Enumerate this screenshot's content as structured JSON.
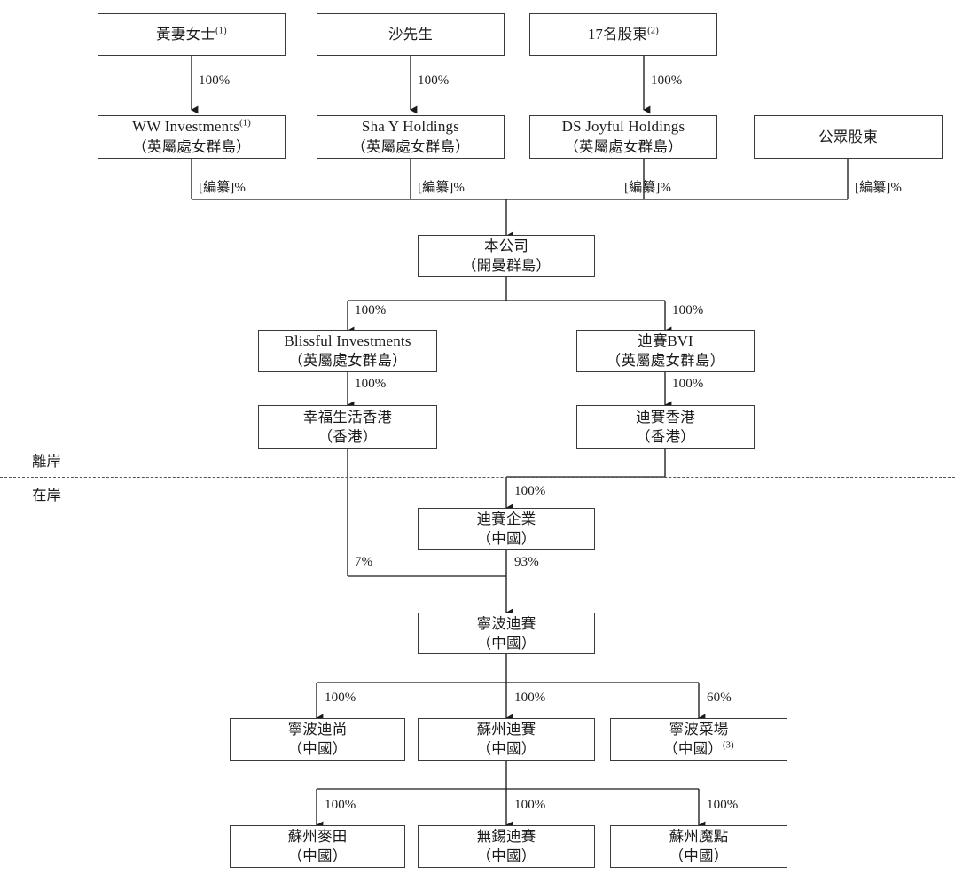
{
  "chart_data": {
    "type": "diagram",
    "title": "Shareholding and corporate structure chart",
    "divider": {
      "above_label": "離岸",
      "below_label": "在岸",
      "style": "dashed"
    },
    "nodes": [
      {
        "id": "huang",
        "line1": "黃妻女士",
        "sup1": "(1)",
        "line2": "",
        "script": "cjk"
      },
      {
        "id": "sha",
        "line1": "沙先生",
        "sup1": "",
        "line2": "",
        "script": "cjk"
      },
      {
        "id": "shareholders17",
        "line1": "17名股東",
        "sup1": "(2)",
        "line2": "",
        "script": "cjk"
      },
      {
        "id": "ww",
        "line1": "WW Investments",
        "sup1": "(1)",
        "line2": "（英屬處女群島）",
        "script": "latin"
      },
      {
        "id": "shay",
        "line1": "Sha Y Holdings",
        "sup1": "",
        "line2": "（英屬處女群島）",
        "script": "latin"
      },
      {
        "id": "dsjoyful",
        "line1": "DS Joyful Holdings",
        "sup1": "",
        "line2": "（英屬處女群島）",
        "script": "latin"
      },
      {
        "id": "public",
        "line1": "公眾股東",
        "sup1": "",
        "line2": "",
        "script": "cjk"
      },
      {
        "id": "company",
        "line1": "本公司",
        "sup1": "",
        "line2": "（開曼群島）",
        "script": "cjk"
      },
      {
        "id": "blissful",
        "line1": "Blissful Investments",
        "sup1": "",
        "line2": "（英屬處女群島）",
        "script": "latin"
      },
      {
        "id": "dsbvi",
        "line1": "迪賽BVI",
        "sup1": "",
        "line2": "（英屬處女群島）",
        "script": "cjk"
      },
      {
        "id": "xingfuhk",
        "line1": "幸福生活香港",
        "sup1": "",
        "line2": "（香港）",
        "script": "cjk"
      },
      {
        "id": "dshk",
        "line1": "迪賽香港",
        "sup1": "",
        "line2": "（香港）",
        "script": "cjk"
      },
      {
        "id": "dsqiye",
        "line1": "迪賽企業",
        "sup1": "",
        "line2": "（中國）",
        "script": "cjk"
      },
      {
        "id": "ningbods",
        "line1": "寧波迪賽",
        "sup1": "",
        "line2": "（中國）",
        "script": "cjk"
      },
      {
        "id": "ningbodishang",
        "line1": "寧波迪尚",
        "sup1": "",
        "line2": "（中國）",
        "script": "cjk"
      },
      {
        "id": "suzhouds",
        "line1": "蘇州迪賽",
        "sup1": "",
        "line2": "（中國）",
        "script": "cjk"
      },
      {
        "id": "ningbocaichang",
        "line1": "寧波菜場",
        "sup1": "",
        "line2": "（中國）",
        "sup2": "(3)",
        "script": "cjk"
      },
      {
        "id": "suzhoumaitian",
        "line1": "蘇州麥田",
        "sup1": "",
        "line2": "（中國）",
        "script": "cjk"
      },
      {
        "id": "wuxids",
        "line1": "無錫迪賽",
        "sup1": "",
        "line2": "（中國）",
        "script": "cjk"
      },
      {
        "id": "suzhoumodian",
        "line1": "蘇州魔點",
        "sup1": "",
        "line2": "（中國）",
        "script": "cjk"
      }
    ],
    "edges": [
      {
        "from": "huang",
        "to": "ww",
        "label": "100%"
      },
      {
        "from": "sha",
        "to": "shay",
        "label": "100%"
      },
      {
        "from": "shareholders17",
        "to": "dsjoyful",
        "label": "100%"
      },
      {
        "from": "ww",
        "to": "company",
        "label": "[編纂]%"
      },
      {
        "from": "shay",
        "to": "company",
        "label": "[編纂]%"
      },
      {
        "from": "dsjoyful",
        "to": "company",
        "label": "[編纂]%"
      },
      {
        "from": "public",
        "to": "company",
        "label": "[編纂]%"
      },
      {
        "from": "company",
        "to": "blissful",
        "label": "100%"
      },
      {
        "from": "company",
        "to": "dsbvi",
        "label": "100%"
      },
      {
        "from": "blissful",
        "to": "xingfuhk",
        "label": "100%"
      },
      {
        "from": "dsbvi",
        "to": "dshk",
        "label": "100%"
      },
      {
        "from": "dshk",
        "to": "dsqiye",
        "label": "100%"
      },
      {
        "from": "xingfuhk",
        "to": "ningbods",
        "label": "7%"
      },
      {
        "from": "dsqiye",
        "to": "ningbods",
        "label": "93%"
      },
      {
        "from": "ningbods",
        "to": "ningbodishang",
        "label": "100%"
      },
      {
        "from": "ningbods",
        "to": "suzhouds",
        "label": "100%"
      },
      {
        "from": "ningbods",
        "to": "ningbocaichang",
        "label": "60%"
      },
      {
        "from": "suzhouds",
        "to": "suzhoumaitian",
        "label": "100%"
      },
      {
        "from": "suzhouds",
        "to": "wuxids",
        "label": "100%"
      },
      {
        "from": "suzhouds",
        "to": "suzhoumodian",
        "label": "100%"
      }
    ],
    "edge_labels_ordered": [
      "100%",
      "100%",
      "100%",
      "[編纂]%",
      "[編纂]%",
      "[編纂]%",
      "[編纂]%",
      "100%",
      "100%",
      "100%",
      "100%",
      "100%",
      "7%",
      "93%",
      "100%",
      "100%",
      "60%",
      "100%",
      "100%",
      "100%"
    ],
    "footnote_markers": [
      "(1)",
      "(2)",
      "(3)"
    ],
    "colors": {
      "box_border": "#3a3a3a",
      "connector": "#1b1b1b",
      "divider": "#555555",
      "text": "#1b1b1b",
      "background": "#ffffff"
    }
  }
}
